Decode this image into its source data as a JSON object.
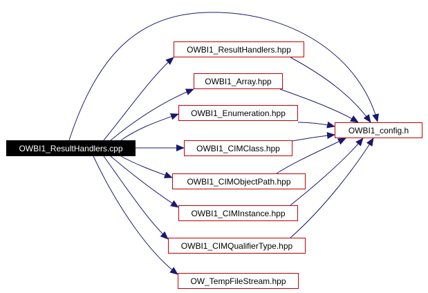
{
  "graph": {
    "root": {
      "label": "OWBI1_ResultHandlers.cpp"
    },
    "target": {
      "label": "OWBI1_config.h"
    },
    "headers": [
      {
        "label": "OWBI1_ResultHandlers.hpp"
      },
      {
        "label": "OWBI1_Array.hpp"
      },
      {
        "label": "OWBI1_Enumeration.hpp"
      },
      {
        "label": "OWBI1_CIMClass.hpp"
      },
      {
        "label": "OWBI1_CIMObjectPath.hpp"
      },
      {
        "label": "OWBI1_CIMInstance.hpp"
      },
      {
        "label": "OWBI1_CIMQualifierType.hpp"
      },
      {
        "label": "OW_TempFileStream.hpp"
      }
    ],
    "colors": {
      "edge": "#191970",
      "node_border": "#c00000",
      "root_fill": "#000000",
      "root_text": "#ffffff"
    }
  }
}
